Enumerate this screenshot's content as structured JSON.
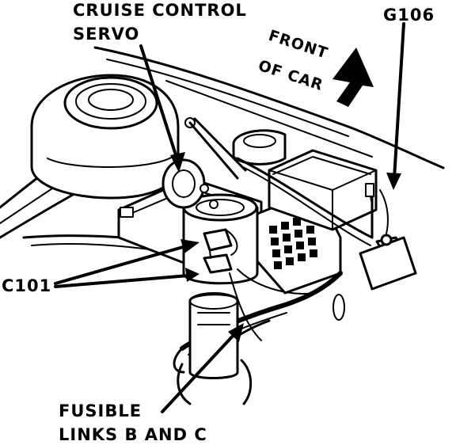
{
  "labels": {
    "cruise_line1": "CRUISE CONTROL",
    "cruise_line2": "SERVO",
    "ground": "G106",
    "front_line1": "FRONT",
    "front_line2": "OF CAR",
    "connector": "C101",
    "fusible_line1": "FUSIBLE",
    "fusible_line2": "LINKS B AND C"
  },
  "colors": {
    "ink": "#000000",
    "paper": "#ffffff"
  },
  "icons": [
    "front-direction-arrow-icon",
    "callout-arrow-icon"
  ]
}
